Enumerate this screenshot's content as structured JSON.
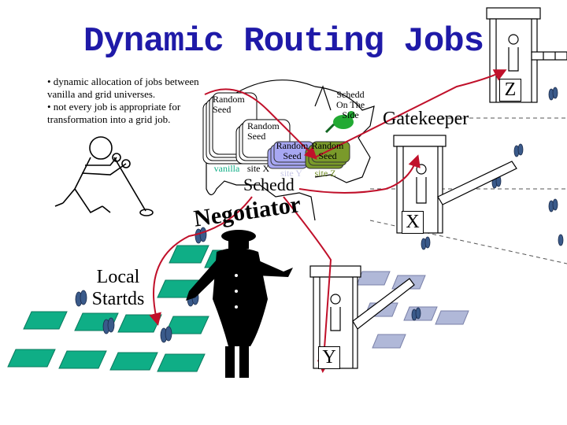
{
  "title": "Dynamic Routing Jobs",
  "bullets": [
    "• dynamic allocation of jobs between vanilla and grid universes.",
    "• not every job is appropriate for transformation into a grid job."
  ],
  "queue_labels": {
    "random_seed_1": "Random Seed",
    "random_seed_2": "Random Seed",
    "random_seed_3": "Random Seed",
    "random_seed_4": "Random Seed",
    "schedd_on_the_side": "Schedd On The Side",
    "vanilla": "vanilla",
    "site_x": "site X",
    "site_y": "site Y",
    "site_z": "site Z",
    "schedd": "Schedd"
  },
  "labels": {
    "negotiator": "Negotiator",
    "local_startds": "Local Startds",
    "gatekeeper": "Gatekeeper",
    "x": "X",
    "y": "Y",
    "z": "Z"
  },
  "colors": {
    "title": "#1f1aa8",
    "grid_green": "#0fae86",
    "lavender": "#a7a7f2",
    "olive": "#7a9a2a",
    "arrow_red": "#c0102a",
    "bird_green": "#22aa33"
  }
}
